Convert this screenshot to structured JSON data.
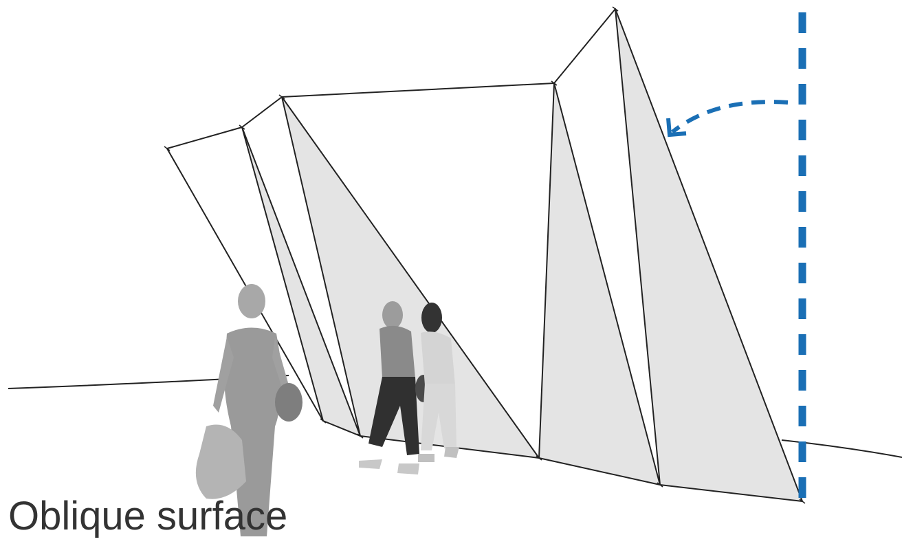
{
  "caption": "Oblique surface",
  "colors": {
    "background": "#ffffff",
    "stroke": "#222222",
    "panel_fill": "#e4e4e4",
    "vertical_reference": "#1a6fb5",
    "caption_text": "#333333",
    "figures": "#8c8c8c"
  },
  "elements": {
    "vertical_reference": "dashed-vertical-line",
    "rotation_arrow": "curved-dashed-arrow",
    "people": [
      "woman-walking-foreground",
      "woman-walking-middle",
      "woman-walking-back"
    ]
  }
}
